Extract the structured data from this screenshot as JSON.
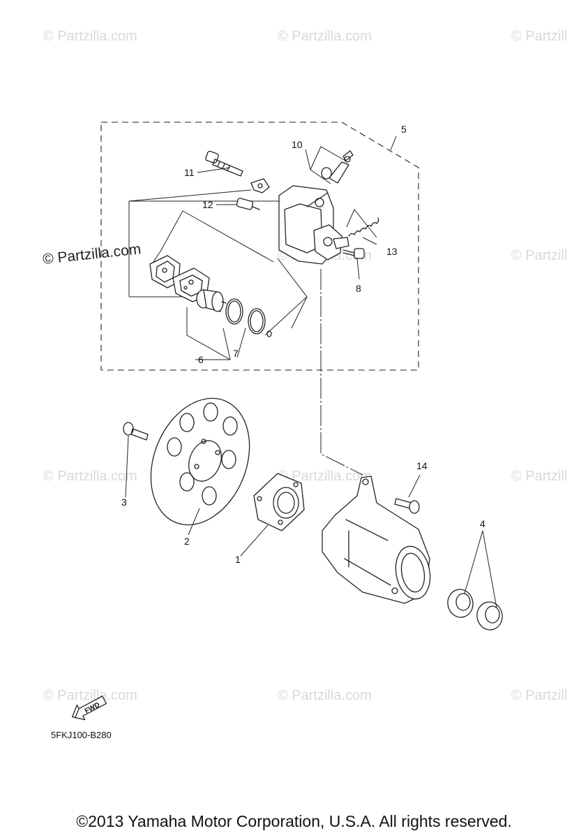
{
  "watermark": {
    "text": "© Partzilla.com",
    "cut_text": "© Partzill",
    "dark_text": "© Partzilla.com"
  },
  "callouts": {
    "c1": "1",
    "c2": "2",
    "c3": "3",
    "c4": "4",
    "c5": "5",
    "c6": "6",
    "c7": "7",
    "c8": "8",
    "c10": "10",
    "c11": "11",
    "c12": "12",
    "c13": "13",
    "c14": "14"
  },
  "fwd_label": "FWD",
  "drawing_code": "5FKJ100-B280",
  "copyright": "©2013 Yamaha Motor Corporation, U.S.A. All rights reserved."
}
